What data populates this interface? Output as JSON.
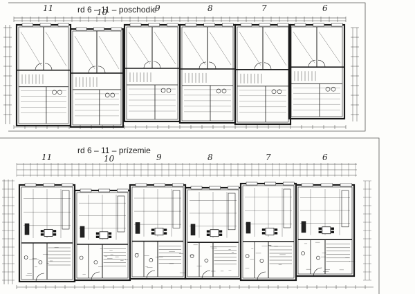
{
  "upper_plan": {
    "title": "rd 6 – 11 – poschodie",
    "unit_labels": [
      "11",
      "10",
      "9",
      "8",
      "7",
      "6"
    ]
  },
  "lower_plan": {
    "title": "rd 6 – 11 – prízemie",
    "unit_labels": [
      "11",
      "10",
      "9",
      "8",
      "7",
      "6"
    ]
  }
}
